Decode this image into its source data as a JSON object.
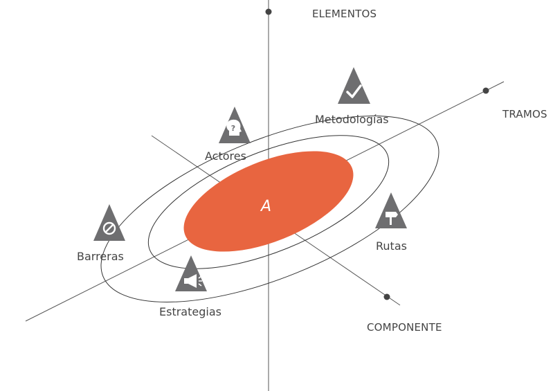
{
  "axes": {
    "vertical": "ELEMENTOS",
    "diagonal": "TRAMOS",
    "depth": "COMPONENTE"
  },
  "center": {
    "letter": "A",
    "color": "#e86540"
  },
  "nodes": [
    {
      "label": "Metodologías",
      "icon": "checkmark-icon"
    },
    {
      "label": "Actores",
      "icon": "head-question-icon"
    },
    {
      "label": "Barreras",
      "icon": "prohibited-icon"
    },
    {
      "label": "Rutas",
      "icon": "signpost-icon"
    },
    {
      "label": "Estrategias",
      "icon": "megaphone-icon"
    }
  ],
  "colors": {
    "icon_triangle": "#6e6e70",
    "line": "#555555",
    "text": "#444444"
  }
}
